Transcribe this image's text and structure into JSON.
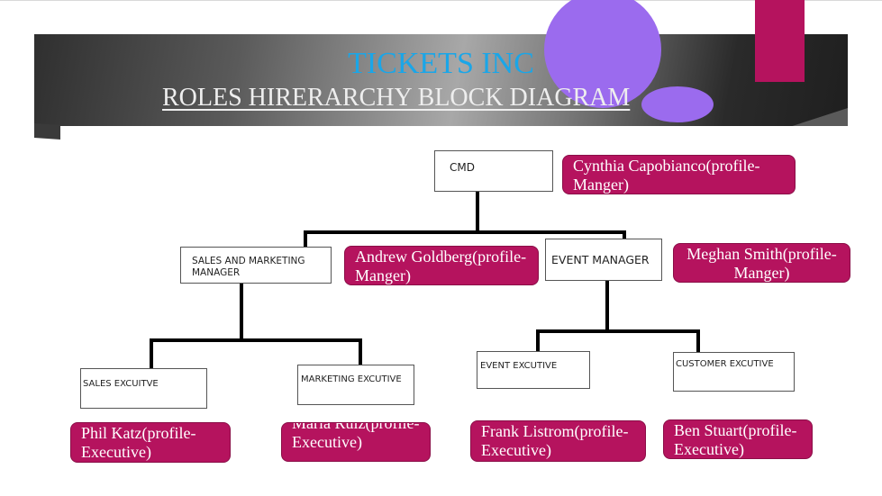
{
  "header": {
    "title": "TICKETS INC",
    "subtitle": "ROLES HIRERARCHY BLOCK DIAGRAM"
  },
  "colors": {
    "title": "#1aa6e8",
    "accent_magenta": "#b5135e",
    "accent_purple": "#9b6bee",
    "banner_dark": "#2f2f2f"
  },
  "hierarchy": {
    "cmd": {
      "role": "CMD",
      "person": "Cynthia Capobianco(profile-Manger)"
    },
    "managers": [
      {
        "role": "SALES AND MARKETING MANAGER",
        "person": "Andrew Goldberg(profile-Manger)",
        "executives": [
          {
            "role": "SALES EXCUITVE",
            "person": "Phil Katz(profile-Executive)"
          },
          {
            "role": "MARKETING EXCUTIVE",
            "person": "Maria Ruiz(profile-Executive)"
          }
        ]
      },
      {
        "role": "EVENT MANAGER",
        "person": "Meghan Smith(profile-Manger)",
        "executives": [
          {
            "role": "EVENT EXCUTIVE",
            "person": "Frank Listrom(profile-Executive)"
          },
          {
            "role": "CUSTOMER EXCUTIVE",
            "person": "Ben Stuart(profile-Executive)"
          }
        ]
      }
    ]
  }
}
